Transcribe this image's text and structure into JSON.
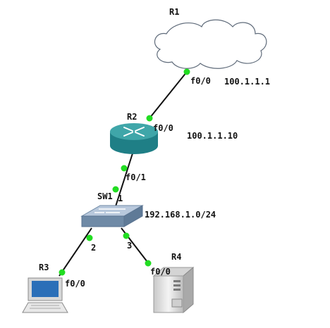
{
  "colors": {
    "link": "#111111",
    "port_dot": "#22dd22",
    "cloud_fill": "#ffffff",
    "cloud_stroke": "#5f6b7a",
    "router_top": "#3fa6a9",
    "router_side": "#1f7f86",
    "switch_top": "#b8c8dc",
    "switch_side": "#6f8aa6",
    "laptop_screen": "#2b6fb8",
    "server_body": "#e6e6e6"
  },
  "nodes": {
    "r1": {
      "name": "R1",
      "icon": "cloud-icon"
    },
    "r2": {
      "name": "R2",
      "icon": "router-icon"
    },
    "sw1": {
      "name": "SW1",
      "icon": "switch-icon"
    },
    "r3": {
      "name": "R3",
      "icon": "laptop-icon"
    },
    "r4": {
      "name": "R4",
      "icon": "server-icon"
    }
  },
  "ports": {
    "r1_f00": "f0/0",
    "r2_f00": "f0/0",
    "r2_f01": "f0/1",
    "sw1_p1": "1",
    "sw1_p2": "2",
    "sw1_p3": "3",
    "r3_f00": "f0/0",
    "r4_f00": "f0/0"
  },
  "addresses": {
    "r1_ip": "100.1.1.1",
    "r2_ip": "100.1.1.10",
    "lan_subnet": "192.168.1.0/24"
  }
}
